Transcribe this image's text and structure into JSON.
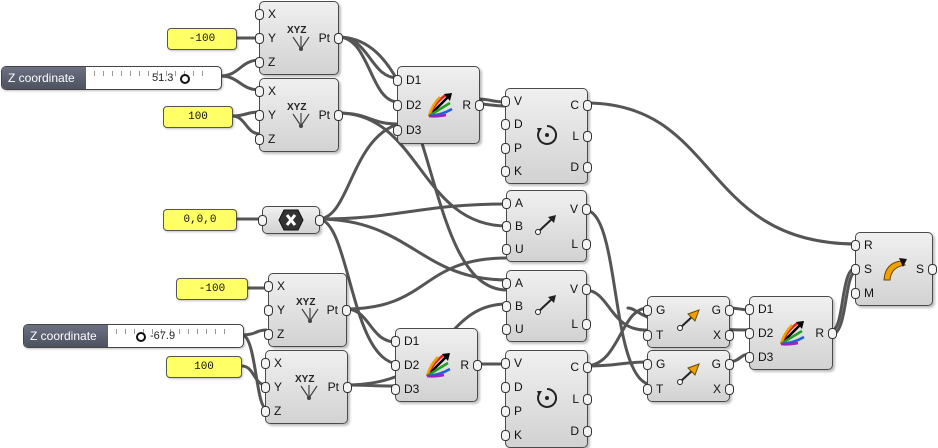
{
  "canvas": {
    "background": "#ffffff",
    "wire_color": "#555555"
  },
  "sliders": [
    {
      "name": "Z coordinate",
      "value": "51.3"
    },
    {
      "name": "Z coordinate",
      "value": "-67.9"
    }
  ],
  "panels": [
    {
      "value": "-100"
    },
    {
      "value": "100"
    },
    {
      "value": "0,0,0"
    },
    {
      "value": "-100"
    },
    {
      "value": "100"
    }
  ],
  "components": [
    {
      "kind": "construct-point",
      "inputs": [
        "X",
        "Y",
        "Z"
      ],
      "outputs": [
        "Pt"
      ],
      "icon": "xyz-icon"
    },
    {
      "kind": "construct-point",
      "inputs": [
        "X",
        "Y",
        "Z"
      ],
      "outputs": [
        "Pt"
      ],
      "icon": "xyz-icon"
    },
    {
      "kind": "interpolate-curve",
      "inputs": [
        "D1",
        "D2",
        "D3"
      ],
      "outputs": [
        "R"
      ],
      "icon": "fan-arrows-icon"
    },
    {
      "kind": "circle-curve",
      "inputs": [
        "V",
        "D",
        "P",
        "K"
      ],
      "outputs": [
        "C",
        "L",
        "D"
      ],
      "icon": "circle-arrow-icon"
    },
    {
      "kind": "vector-2pt",
      "inputs": [
        "A",
        "B",
        "U"
      ],
      "outputs": [
        "V",
        "L"
      ],
      "icon": "vector-icon"
    },
    {
      "kind": "vector-2pt",
      "inputs": [
        "A",
        "B",
        "U"
      ],
      "outputs": [
        "V",
        "L"
      ],
      "icon": "vector-icon"
    },
    {
      "kind": "construct-point",
      "inputs": [
        "X",
        "Y",
        "Z"
      ],
      "outputs": [
        "Pt"
      ],
      "icon": "xyz-icon"
    },
    {
      "kind": "construct-point",
      "inputs": [
        "X",
        "Y",
        "Z"
      ],
      "outputs": [
        "Pt"
      ],
      "icon": "xyz-icon"
    },
    {
      "kind": "interpolate-curve",
      "inputs": [
        "D1",
        "D2",
        "D3"
      ],
      "outputs": [
        "R"
      ],
      "icon": "fan-arrows-icon"
    },
    {
      "kind": "circle-curve",
      "inputs": [
        "V",
        "D",
        "P",
        "K"
      ],
      "outputs": [
        "C",
        "L",
        "D"
      ],
      "icon": "circle-arrow-icon"
    },
    {
      "kind": "move-geometry",
      "inputs": [
        "G",
        "T"
      ],
      "outputs": [
        "G",
        "X"
      ],
      "icon": "move-arrow-icon"
    },
    {
      "kind": "move-geometry",
      "inputs": [
        "G",
        "T"
      ],
      "outputs": [
        "G",
        "X"
      ],
      "icon": "move-arrow-icon"
    },
    {
      "kind": "interpolate-curve",
      "inputs": [
        "D1",
        "D2",
        "D3"
      ],
      "outputs": [
        "R"
      ],
      "icon": "fan-arrows-icon"
    },
    {
      "kind": "sweep-surface",
      "inputs": [
        "R",
        "S",
        "M"
      ],
      "outputs": [
        "S"
      ],
      "icon": "sweep-icon"
    }
  ],
  "origin_param": {
    "kind": "point-param",
    "icon": "x-hex-icon"
  }
}
